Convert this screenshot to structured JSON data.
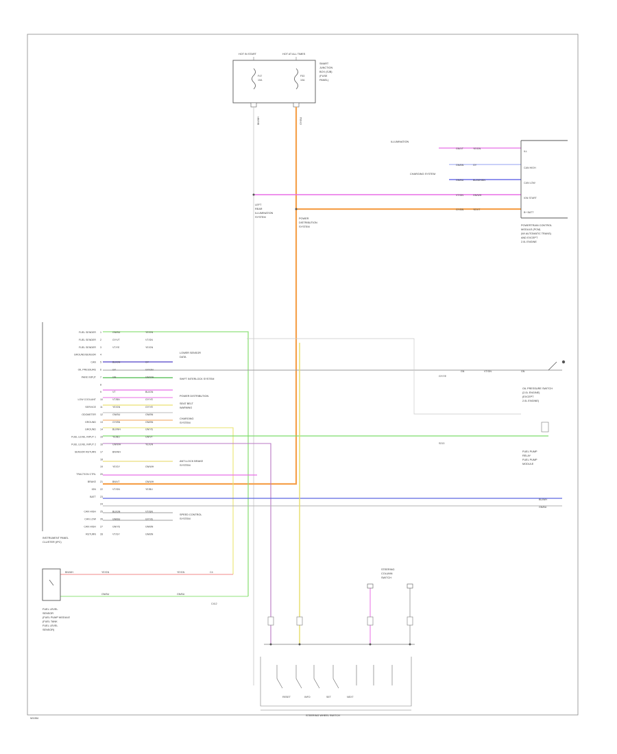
{
  "fuse_box": {
    "hot_a": "HOT IN START",
    "hot_b": "HOT AT ALL TIMES",
    "fuse1_label": "F47",
    "fuse1_rating": "10A",
    "fuse2_label": "F53",
    "fuse2_rating": "10A",
    "title_lines": [
      "SMART",
      "JUNCTION",
      "BOX (SJB)",
      "(FUSE",
      "PANEL)"
    ],
    "wire1_color": "BN/WH",
    "wire2_color": "GY/BU"
  },
  "splices": {
    "left_lines": [
      "LEFT",
      "REAR",
      "ILLUMINATION",
      "SYSTEM"
    ],
    "right_lines": [
      "POWER",
      "DISTRIBUTION",
      "SYSTEM"
    ]
  },
  "right_module": {
    "inputs": [
      {
        "label": "ILLUMINATION",
        "wire_a": "GN/VT",
        "wire_b": "YE/GN"
      },
      {
        "label": "",
        "wire_a": "GN/BN",
        "wire_b": "GY"
      },
      {
        "label": "CHARGING SYSTEM",
        "wire_a": "GN/BU",
        "wire_b": "BU/WH/BN"
      }
    ],
    "power_wire_a": "VT/GN",
    "power_wire_b": "GN/WH",
    "batt_wire_a": "GY/BN",
    "batt_wire_b": "YE/VT",
    "pins": [
      "ILL",
      "CAN HIGH",
      "CAN LOW",
      "IGN START",
      "B+ BATT"
    ],
    "title_lines": [
      "POWERTRAIN CONTROL",
      "MODULE (PCM)",
      "(W/ AUTOMATIC TRANS)",
      "AND EXCEPT",
      "2.0L ENGINE"
    ]
  },
  "cluster": {
    "pins": [
      {
        "n": "1",
        "name": "FUEL SENDER",
        "w1": "GN/BU",
        "w2": "YE/GN"
      },
      {
        "n": "2",
        "name": "FUEL SENDER",
        "w1": "GY/VT",
        "w2": "VT/GN"
      },
      {
        "n": "3",
        "name": "FUEL SENDER",
        "w1": "VT/YE",
        "w2": "YE/GN"
      },
      {
        "n": "4",
        "name": "GROUND/SENSOR",
        "w1": "",
        "w2": ""
      },
      {
        "n": "5",
        "name": "CAN",
        "w1": "BU/GN",
        "w2": "GY"
      },
      {
        "n": "6",
        "name": "OIL PRESSURE",
        "w1": "GY",
        "w2": "GY/GN"
      },
      {
        "n": "7",
        "name": "PARK INPUT",
        "w1": "GN",
        "w2": "GN/WH"
      },
      {
        "n": "8",
        "name": "",
        "w1": "",
        "w2": ""
      },
      {
        "n": "9",
        "name": "",
        "w1": "VT",
        "w2": "BU/GN"
      },
      {
        "n": "10",
        "name": "LOW COOLANT",
        "w1": "VT/BN",
        "w2": "GY/YE"
      },
      {
        "n": "11",
        "name": "SERVICE",
        "w1": "YE/GN",
        "w2": "GY/YE"
      },
      {
        "n": "12",
        "name": "ODOMETER",
        "w1": "GN/BU",
        "w2": "GN/BN"
      },
      {
        "n": "13",
        "name": "GROUND",
        "w1": "GY/BN",
        "w2": "GN/BN"
      },
      {
        "n": "14",
        "name": "GROUND",
        "w1": "BU/WH",
        "w2": "GN/YE"
      },
      {
        "n": "15",
        "name": "FUEL LEVEL INPUT 1",
        "w1": "YE/BU",
        "w2": "GN/VT"
      },
      {
        "n": "16",
        "name": "FUEL LEVEL INPUT 2",
        "w1": "GN/WH",
        "w2": "YE/GN"
      },
      {
        "n": "17",
        "name": "SENSOR RETURN",
        "w1": "BN/WH",
        "w2": ""
      },
      {
        "n": "18",
        "name": "",
        "w1": "",
        "w2": ""
      },
      {
        "n": "19",
        "name": "",
        "w1": "YE/GY",
        "w2": "GN/WH"
      },
      {
        "n": "20",
        "name": "TRACTION CTRL",
        "w1": "",
        "w2": ""
      },
      {
        "n": "21",
        "name": "BRAKE",
        "w1": "BN/VT",
        "w2": "GN/WH"
      },
      {
        "n": "22",
        "name": "IGN",
        "w1": "VT/GN",
        "w2": "YE/BU"
      },
      {
        "n": "23",
        "name": "BATT",
        "w1": "",
        "w2": ""
      },
      {
        "n": "24",
        "name": "",
        "w1": "",
        "w2": ""
      },
      {
        "n": "25",
        "name": "CAN HIGH",
        "w1": "BU/GN",
        "w2": "VT/GN"
      },
      {
        "n": "26",
        "name": "CAN LOW",
        "w1": "GN/BU",
        "w2": "GY/YE"
      },
      {
        "n": "27",
        "name": "CAN HIGH",
        "w1": "GN/YE",
        "w2": "GN/BN"
      },
      {
        "n": "28",
        "name": "RETURN",
        "w1": "VT/GY",
        "w2": "GN/BN"
      }
    ],
    "notes": [
      {
        "text": "LOWER SENSOR",
        "sub": "DATA"
      },
      {
        "text": "SHIFT INTERLOCK SYSTEM",
        "sub": ""
      },
      {
        "text": "POWER DISTRIBUTION",
        "sub": ""
      },
      {
        "text": "SEAT BELT",
        "sub": "WARNING"
      },
      {
        "text": "CHARGING",
        "sub": "SYSTEM"
      },
      {
        "text": "ANTI-LOCK BRAKE",
        "sub": "SYSTEM"
      },
      {
        "text": "SPEED CONTROL",
        "sub": "SYSTEM"
      }
    ],
    "title_lines": [
      "INSTRUMENT PANEL",
      "CLUSTER (IPC)"
    ]
  },
  "fuel_sender": {
    "wire_top_a": "BN/WH",
    "wire_top_b": "YE/GN",
    "wire_top_c": "YE/GN",
    "wire_bot_a": "GN/BU",
    "wire_bot_b": "GN/BU",
    "conn_top": "C4",
    "conn_bot": "C412",
    "title_lines": [
      "FUEL LEVEL",
      "SENSOR",
      "(FUEL PUMP MODULE",
      "(FUEL TANK",
      "FUEL LEVEL",
      "SENSOR)"
    ]
  },
  "right_side": {
    "brake_wires": [
      "GY/YE",
      "GN",
      "VT/GN",
      "GN"
    ],
    "brake_title": [
      "OIL PRESSURE SWITCH",
      "(2.0L ENGINE)",
      "(EXCEPT",
      "2.0L ENGINE)"
    ],
    "fuel_title": [
      "FUEL PUMP",
      "RELAY",
      "FUEL PUMP",
      "MODULE"
    ],
    "can_labels": [
      "BU/WH",
      "GN/BU"
    ],
    "splice_label": "S213"
  },
  "bottom": {
    "steering_lines": [
      "STEERING",
      "COLUMN",
      "SWITCH"
    ],
    "switch_labels": [
      "RESET",
      "INFO",
      "SET",
      "NEXT"
    ],
    "title": "STEERING WHEEL SWITCH"
  },
  "footer": {
    "code": "W1054"
  }
}
